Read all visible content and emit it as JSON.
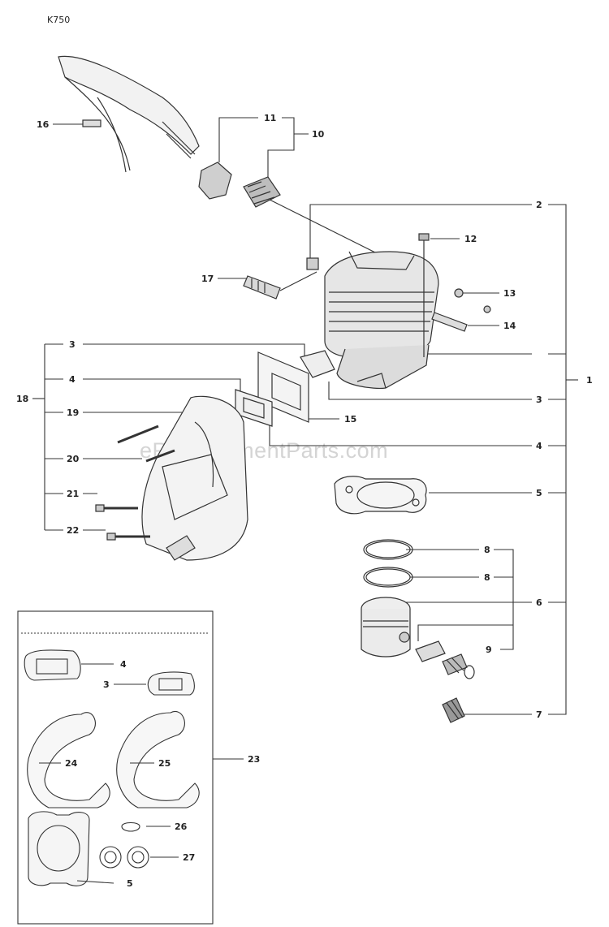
{
  "model": "K750",
  "watermark": "eReplacementParts.com",
  "callouts": {
    "c1": "1",
    "c2": "2",
    "c3a": "3",
    "c3b": "3",
    "c3c": "3",
    "c4a": "4",
    "c4b": "4",
    "c4c": "4",
    "c5a": "5",
    "c5b": "5",
    "c6": "6",
    "c7": "7",
    "c8a": "8",
    "c8b": "8",
    "c9": "9",
    "c10": "10",
    "c11": "11",
    "c12": "12",
    "c13": "13",
    "c14": "14",
    "c15": "15",
    "c16": "16",
    "c17": "17",
    "c18": "18",
    "c19": "19",
    "c20": "20",
    "c21": "21",
    "c22": "22",
    "c23": "23",
    "c24": "24",
    "c25": "25",
    "c26": "26",
    "c27": "27"
  }
}
